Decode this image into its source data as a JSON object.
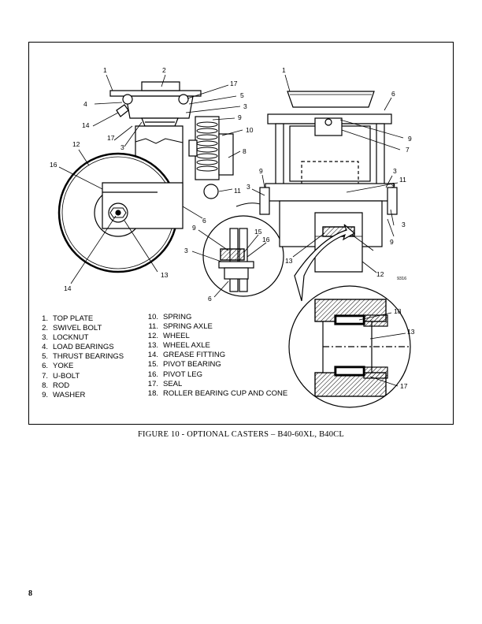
{
  "figure": {
    "caption": "FIGURE 10 - OPTIONAL CASTERS – B40-60XL, B40CL",
    "drawing_code": "9316",
    "callouts": {
      "side_top_plate": "1",
      "side_swivel_bolt": "2",
      "side_seal_top": "17",
      "side_thrust": "5",
      "side_locknut_a": "3",
      "side_load_bearings": "4",
      "side_washer_a": "9",
      "side_spring": "10",
      "side_grease": "14",
      "side_seal_left": "17",
      "side_locknut_b": "3",
      "side_rod": "8",
      "side_wheel_top": "12",
      "side_pivot_leg": "16",
      "side_spring_axle": "11",
      "side_yoke": "6",
      "side_axle_hub": "13",
      "side_grease_bottom": "14",
      "inset_washer": "9",
      "inset_pivot_bearing": "15",
      "inset_pivot_leg": "16",
      "inset_locknut": "3",
      "inset_yoke": "6",
      "front_top_plate": "1",
      "front_yoke_top": "6",
      "front_washer_top": "9",
      "front_ubolt": "7",
      "front_washer_left": "9",
      "front_locknut_left": "3",
      "front_locknut_right": "3",
      "front_spring_axle": "11",
      "front_washer_right": "9",
      "front_locknut_low": "3",
      "front_washer_low": "9",
      "front_wheel_axle": "13",
      "front_wheel": "12",
      "detail_cup_cone": "18",
      "detail_axle": "13",
      "detail_seal": "17"
    }
  },
  "legend": {
    "left": [
      {
        "num": "1.",
        "label": "TOP PLATE"
      },
      {
        "num": "2.",
        "label": "SWIVEL BOLT"
      },
      {
        "num": "3.",
        "label": "LOCKNUT"
      },
      {
        "num": "4.",
        "label": "LOAD BEARINGS"
      },
      {
        "num": "5.",
        "label": "THRUST BEARINGS"
      },
      {
        "num": "6.",
        "label": "YOKE"
      },
      {
        "num": "7.",
        "label": "U-BOLT"
      },
      {
        "num": "8.",
        "label": "ROD"
      },
      {
        "num": "9.",
        "label": "WASHER"
      }
    ],
    "right": [
      {
        "num": "10.",
        "label": "SPRING"
      },
      {
        "num": "11.",
        "label": "SPRING AXLE"
      },
      {
        "num": "12.",
        "label": "WHEEL"
      },
      {
        "num": "13.",
        "label": "WHEEL AXLE"
      },
      {
        "num": "14.",
        "label": "GREASE FITTING"
      },
      {
        "num": "15.",
        "label": "PIVOT BEARING"
      },
      {
        "num": "16.",
        "label": "PIVOT LEG"
      },
      {
        "num": "17.",
        "label": "SEAL"
      },
      {
        "num": "18.",
        "label": "ROLLER BEARING CUP AND CONE"
      }
    ]
  },
  "page": {
    "number": "8"
  }
}
